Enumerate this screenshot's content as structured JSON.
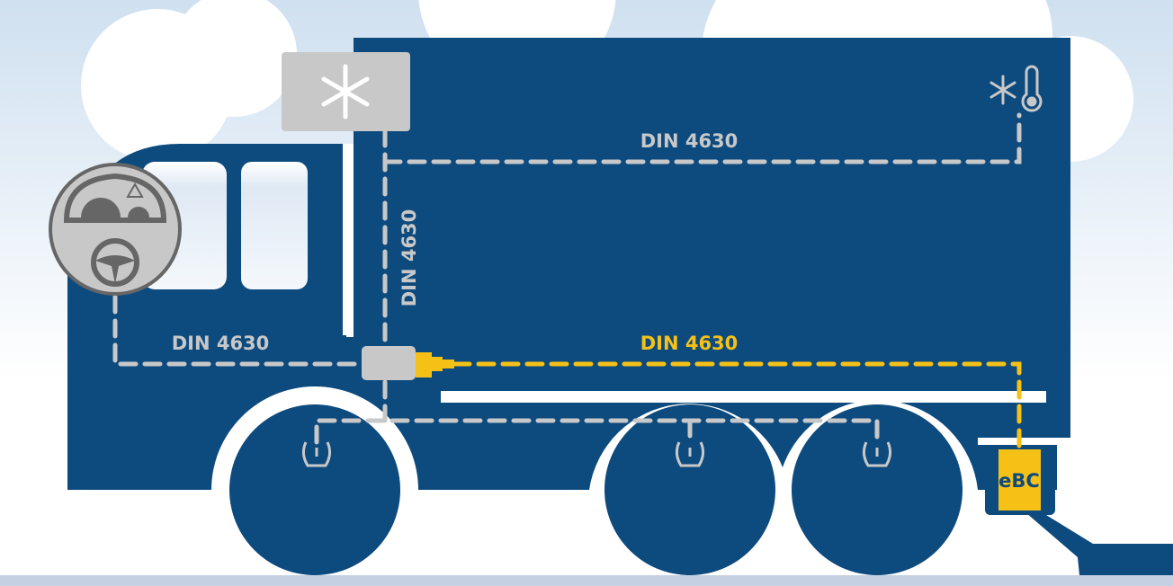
{
  "labels": {
    "cab_to_ecu": "DIN 4630",
    "vertical_line": "DIN 4630",
    "reefer_line": "DIN 4630",
    "ebc_line": "DIN 4630",
    "ebc_module": "eBC"
  },
  "colors": {
    "truck_blue": "#0d4a7e",
    "line_gray": "#c8c8c8",
    "accent_yellow": "#f5c116",
    "sky": "#d3e3f1"
  },
  "icons": [
    "dashboard-icon",
    "snowflake-icon",
    "thermometer-icon",
    "tire-pressure-icon",
    "ecu-box",
    "connector-icon"
  ]
}
